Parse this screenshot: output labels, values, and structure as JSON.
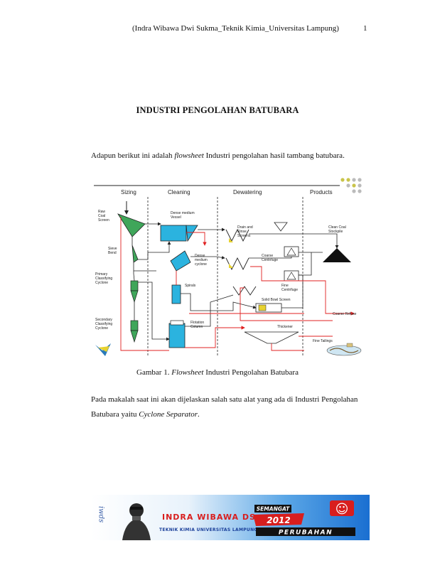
{
  "header": {
    "running_title": "(Indra Wibawa Dwi Sukma_Teknik Kimia_Universitas Lampung)",
    "page_number": "1"
  },
  "doc_title": "INDUSTRI PENGOLAHAN BATUBARA",
  "intro": {
    "before": "Adapun berikut ini adalah ",
    "italic": "flowsheet",
    "after": " Industri pengolahan hasil tambang batubara."
  },
  "figure": {
    "sections": [
      "Sizing",
      "Cleaning",
      "Dewatering",
      "Products"
    ],
    "labels": {
      "raw_coal": [
        "Raw",
        "Coal",
        "Screen"
      ],
      "sieve_bend": [
        "Sieve",
        "Bend"
      ],
      "primary_cyclone": [
        "Primary",
        "Classifying",
        "Cyclone"
      ],
      "secondary_cyclone": [
        "Secondary",
        "Classifying",
        "Cyclone"
      ],
      "dense_medium_vessel": [
        "Dense medium",
        "Vessel"
      ],
      "dense_medium_cyclone": [
        "Dense",
        "medium",
        "cyclone"
      ],
      "spirals": "Spirals",
      "flotation": [
        "Flotation",
        "Column"
      ],
      "drain_rinse": [
        "Drain and",
        "Rinse",
        "Screens"
      ],
      "coarse_centrifuge": [
        "Coarse",
        "Centrifuge"
      ],
      "fine_centrifuge": [
        "Fine",
        "Centrifuge"
      ],
      "solid_bowl": "Solid Bowl Screen",
      "thickener": "Thickener",
      "clean_coal": [
        "Clean Coal",
        "Stockpile"
      ],
      "coarse_refuse": "Coarse Refuse",
      "fine_tailings": "Fine Tailings"
    },
    "caption": {
      "prefix": "Gambar 1. ",
      "italic": "Flowsheet",
      "suffix": " Industri Pengolahan Batubara"
    }
  },
  "body": {
    "line1": "Pada makalah saat ini akan dijelaskan salah satu alat yang ada di Industri Pengolahan",
    "line2_before": "Batubara yaitu ",
    "line2_italic": "Cyclone Separator",
    "line2_after": "."
  },
  "banner": {
    "side_letters": "iwds",
    "name": "INDRA WIBAWA DS",
    "subtitle": "TEKNIK KIMIA UNIVERSITAS LAMPUNG",
    "semangat": "SEMANGAT",
    "year": "2012",
    "perubahan": "PERUBAHAN",
    "smiley": "☺"
  },
  "colors": {
    "flow_black": "#222222",
    "flow_red": "#e02020",
    "green": "#3fa65a",
    "cyan": "#2bb3df",
    "yellow": "#e7d22f",
    "banner_blue": "#1a6fd1",
    "banner_red": "#d81e1e",
    "banner_orange": "#f07a12"
  }
}
